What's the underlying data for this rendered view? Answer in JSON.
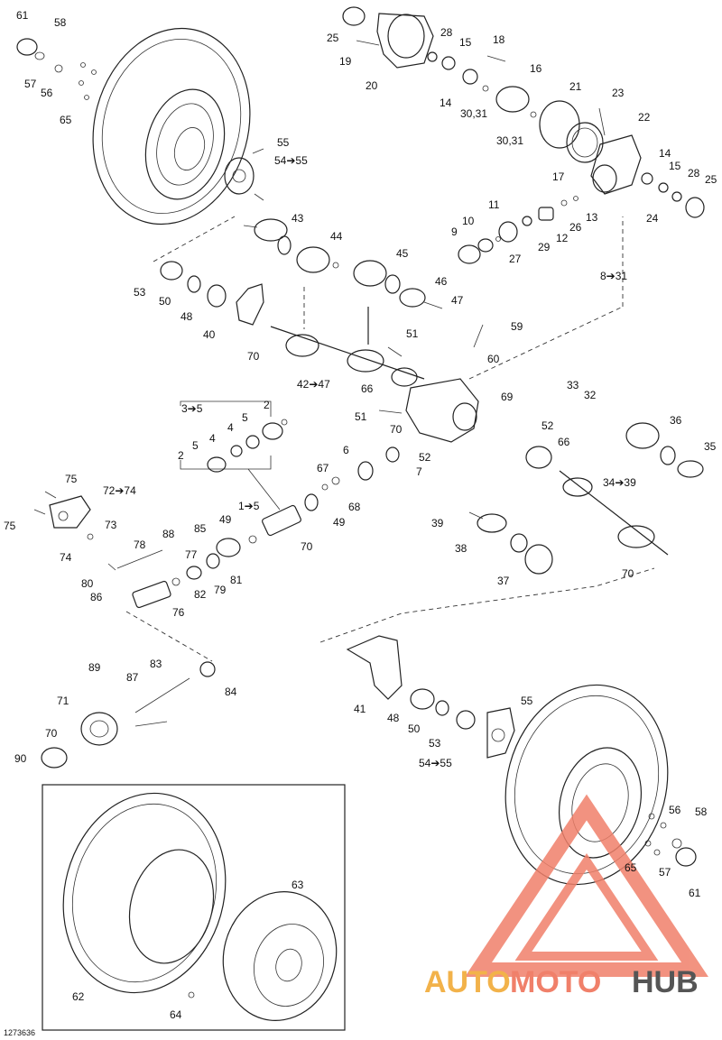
{
  "diagram": {
    "drawing_number": "1273636",
    "labels": {
      "l61a": "61",
      "l58a": "58",
      "l57a": "57",
      "l56a": "56",
      "l65a": "65",
      "l25a": "25",
      "l19": "19",
      "l20": "20",
      "l28a": "28",
      "l15a": "15",
      "l18": "18",
      "l16": "16",
      "l14a": "14",
      "l3031a": "30,31",
      "l21": "21",
      "l23": "23",
      "l3031b": "30,31",
      "l22": "22",
      "l17": "17",
      "l14b": "14",
      "l15b": "15",
      "l28b": "28",
      "l25b": "25",
      "l24": "24",
      "l55a": "55",
      "l5455a": "54➔55",
      "l43": "43",
      "l44": "44",
      "l11": "11",
      "l13": "13",
      "l26": "26",
      "l12": "12",
      "l9": "9",
      "l10": "10",
      "l29": "29",
      "l27": "27",
      "l45": "45",
      "l831": "8➔31",
      "l46": "46",
      "l47": "47",
      "l53a": "53",
      "l50a": "50",
      "l48a": "48",
      "l40": "40",
      "l59": "59",
      "l51a": "51",
      "l70a": "70",
      "l60": "60",
      "l4247": "42➔47",
      "l66a": "66",
      "l69": "69",
      "l35a": "3➔5",
      "l2a": "2",
      "l5a": "5",
      "l4a": "4",
      "l4b": "4",
      "l5b": "5",
      "l2b": "2",
      "l33": "33",
      "l32": "32",
      "l51b": "51",
      "l70b": "70",
      "l52a": "52",
      "l36": "36",
      "l66b": "66",
      "l6": "6",
      "l52b": "52",
      "l7": "7",
      "l35": "35",
      "l67": "67",
      "l3439": "34➔39",
      "l68": "68",
      "l75a": "75",
      "l7274": "72➔74",
      "l75b": "75",
      "l73": "73",
      "l15to5": "1➔5",
      "l49a": "49",
      "l85": "85",
      "l49b": "49",
      "l88": "88",
      "l70c": "70",
      "l78": "78",
      "l77": "77",
      "l74": "74",
      "l81": "81",
      "l80": "80",
      "l82": "82",
      "l79": "79",
      "l86": "86",
      "l76": "76",
      "l39": "39",
      "l38": "38",
      "l37": "37",
      "l70d": "70",
      "l89": "89",
      "l87": "87",
      "l83": "83",
      "l84": "84",
      "l71": "71",
      "l70e": "70",
      "l90": "90",
      "l41": "41",
      "l48b": "48",
      "l50b": "50",
      "l53b": "53",
      "l55b": "55",
      "l5455b": "54➔55",
      "l56b": "56",
      "l58b": "58",
      "l65b": "65",
      "l57b": "57",
      "l61b": "61",
      "l63": "63",
      "l62": "62",
      "l64": "64"
    }
  },
  "watermark": {
    "text": "AUTOMOTOHUB",
    "text_auto": "AUTO",
    "text_moto": "MOTO",
    "text_hub": "HUB",
    "color_primary": "#f0806a",
    "color_secondary": "#f2b24a",
    "color_dark": "#555555"
  }
}
